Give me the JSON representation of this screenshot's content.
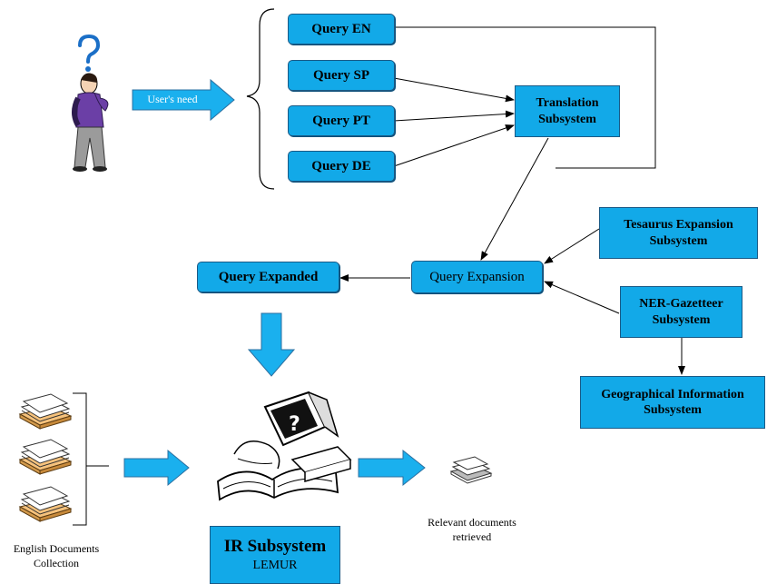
{
  "queries": {
    "en": "Query EN",
    "sp": "Query SP",
    "pt": "Query PT",
    "de": "Query DE"
  },
  "users_need": "User's need",
  "translation": {
    "line1": "Translation",
    "line2": "Subsystem"
  },
  "thesaurus": {
    "line1": "Tesaurus Expansion",
    "line2": "Subsystem"
  },
  "query_expansion": "Query Expansion",
  "query_expanded": "Query Expanded",
  "ner": {
    "line1": "NER-Gazetteer",
    "line2": "Subsystem"
  },
  "geo": {
    "line1": "Geographical Information",
    "line2": "Subsystem"
  },
  "ir": {
    "title": "IR Subsystem",
    "subtitle": "LEMUR"
  },
  "collection": {
    "line1": "English Documents",
    "line2": "Collection"
  },
  "relevant": {
    "line1": "Relevant documents",
    "line2": "retrieved"
  },
  "colors": {
    "box_fill": "#12a9e8",
    "box_border": "#1a5a86",
    "arrow_fill": "#1ab0ee"
  }
}
